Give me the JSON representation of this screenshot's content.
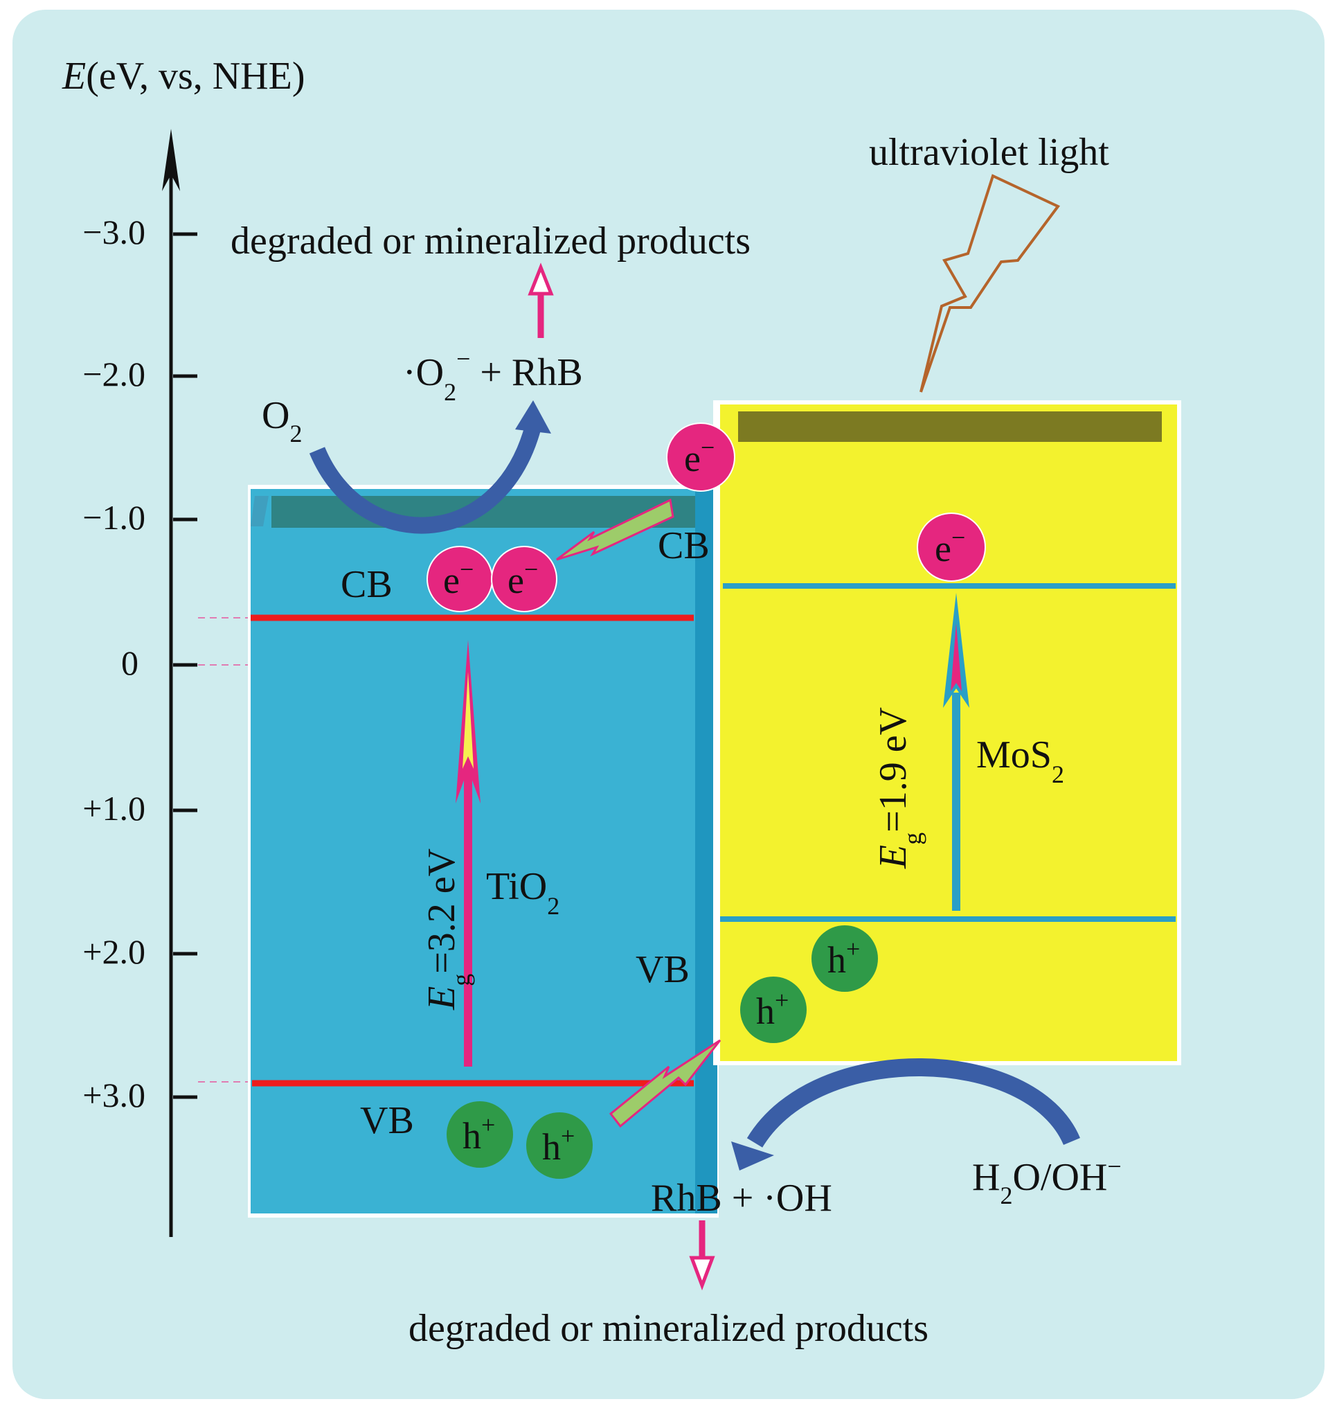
{
  "axis": {
    "title_prefix": "E",
    "title_rest": "(eV, vs, NHE)",
    "ticks": [
      "−3.0",
      "−2.0",
      "−1.0",
      "0",
      "+1.0",
      "+2.0",
      "+3.0"
    ]
  },
  "light": {
    "label": "ultraviolet light"
  },
  "products": {
    "top": "degraded or mineralized products",
    "bottom": "degraded or mineralized products"
  },
  "reactions": {
    "superoxide_prefix": "·O",
    "superoxide_sub": "2",
    "superoxide_sup": "−",
    "superoxide_rest": " + RhB",
    "o2_main": "O",
    "o2_sub": "2",
    "hydroxyl": "RhB + ·OH",
    "water_h": "H",
    "water_sub": "2",
    "water_rest": "O/OH",
    "water_sup": "−"
  },
  "tio2": {
    "name": "TiO",
    "name_sub": "2",
    "gap_E": "E",
    "gap_sub": "g",
    "gap_value": "=3.2 eV",
    "cb_label": "CB",
    "vb_label": "VB"
  },
  "mos2": {
    "name": "MoS",
    "name_sub": "2",
    "gap_E": "E",
    "gap_sub": "g",
    "gap_value": "=1.9 eV",
    "cb_label": "CB",
    "vb_label": "VB"
  },
  "carriers": {
    "electron": "e",
    "electron_sup": "−",
    "hole": "h",
    "hole_sup": "+"
  },
  "colors": {
    "background": "#cfecee",
    "tio2": "#3ab2d3",
    "mos2": "#f3f22e",
    "band_edge_tio2": "#ee1c1c",
    "band_edge_mos2": "#2a9fc6",
    "electron": "#e5267f",
    "hole": "#2f9a48",
    "curved_arrow": "#3a5ea6",
    "lightning": "#b5642b"
  }
}
